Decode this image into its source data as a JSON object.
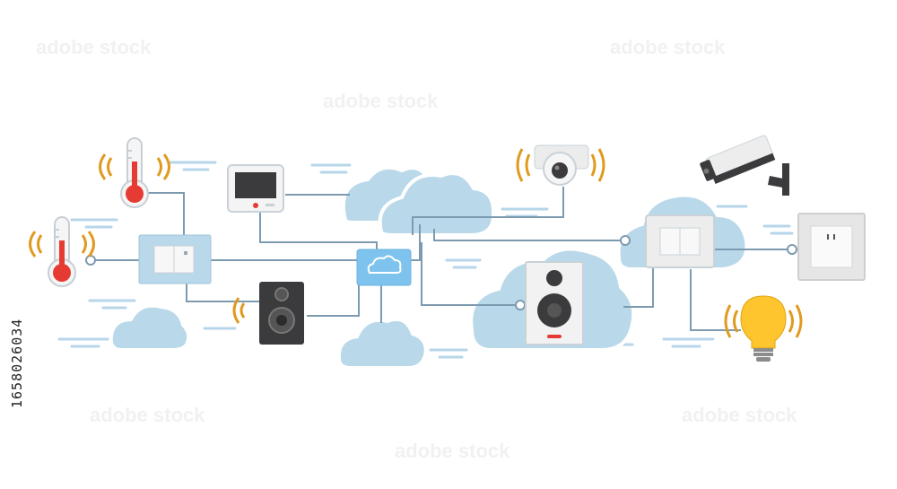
{
  "stock_id": "1658026034",
  "watermark": "adobe stock",
  "colors": {
    "cloud": "#b9d8ea",
    "cloud_stroke": "#ffffff",
    "hub": "#7ec3ee",
    "line": "#7d9bb0",
    "dash": "#b7d6ea",
    "wave": "#e09a1f",
    "thermo_red": "#e63b32",
    "bulb": "#ffc52e",
    "speaker_dark": "#3b3b3d",
    "device_body": "#f4f4f4",
    "device_outline": "#c9d2d8",
    "switch_panel": "#b9d8ea"
  },
  "devices": [
    {
      "id": "thermometer-top",
      "icon": "thermometer-icon"
    },
    {
      "id": "thermometer-left",
      "icon": "thermometer-icon"
    },
    {
      "id": "wall-switch-left",
      "icon": "switch-icon"
    },
    {
      "id": "tablet-display",
      "icon": "tablet-icon"
    },
    {
      "id": "speaker-dark",
      "icon": "speaker-icon"
    },
    {
      "id": "cloud-hub",
      "icon": "cloud-icon"
    },
    {
      "id": "dome-camera",
      "icon": "dome-camera-icon"
    },
    {
      "id": "speaker-white",
      "icon": "speaker-icon"
    },
    {
      "id": "wall-switch-right",
      "icon": "switch-icon"
    },
    {
      "id": "bullet-camera",
      "icon": "cctv-camera-icon"
    },
    {
      "id": "power-outlet",
      "icon": "outlet-icon"
    },
    {
      "id": "light-bulb",
      "icon": "light-bulb-icon"
    }
  ]
}
